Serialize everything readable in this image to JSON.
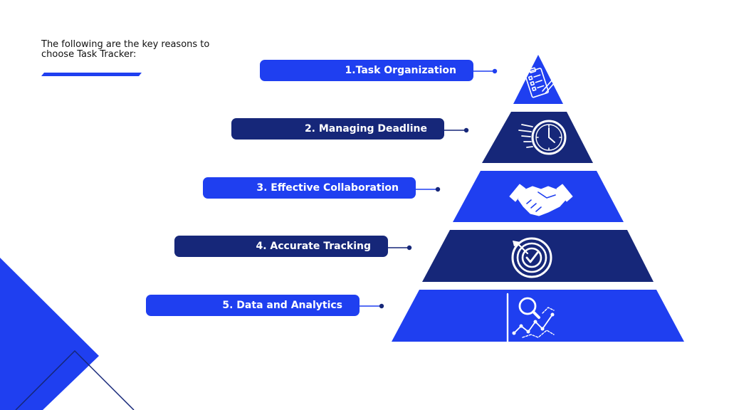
{
  "intro": {
    "text": "The following are the key reasons to choose Task Tracker:"
  },
  "colors": {
    "bright_blue": "#1f3ff0",
    "navy_blue": "#162779",
    "white": "#ffffff"
  },
  "levels": [
    {
      "label": "1.Task Organization",
      "icon": "checklist-clipboard-icon",
      "color": "#1f3ff0"
    },
    {
      "label": "2. Managing Deadline",
      "icon": "clock-icon",
      "color": "#162779"
    },
    {
      "label": "3. Effective Collaboration",
      "icon": "handshake-icon",
      "color": "#1f3ff0"
    },
    {
      "label": "4. Accurate Tracking",
      "icon": "target-icon",
      "color": "#162779"
    },
    {
      "label": "5. Data and Analytics",
      "icon": "analytics-chart-icon",
      "color": "#1f3ff0"
    }
  ]
}
